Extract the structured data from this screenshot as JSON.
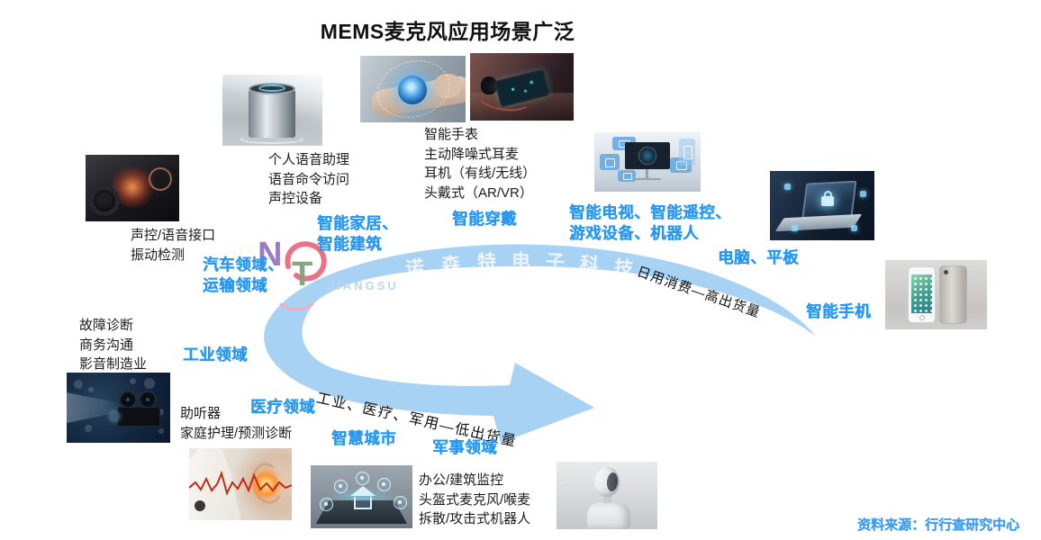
{
  "title": "MEMS麦克风应用场景广泛",
  "source_note": "资料来源：行行查研究中心",
  "colors": {
    "category_blue": "#2797F4",
    "arrow_fill": "#A7D2F4",
    "title_black": "#111111",
    "source_blue": "#3E9CF3"
  },
  "arrow_labels": {
    "consumer": "日用消费—高出货量",
    "industrial": "工业、医疗、军用—低出货量"
  },
  "categories": {
    "smart_home": "智能家居、\n智能建筑",
    "wearables": "智能穿戴",
    "tv_gaming": "智能电视、智能遥控、\n游戏设备、机器人",
    "pc_tablet": "电脑、平板",
    "smartphone": "智能手机",
    "automotive": "汽车领域、\n运输领域",
    "industrial": "工业领域",
    "medical": "医疗领域",
    "smart_city": "智慧城市",
    "military": "军事领域"
  },
  "descriptions": {
    "smart_home": "个人语音助理\n语音命令访问\n声控设备",
    "automotive": "声控/语音接口\n振动检测",
    "wearables": "智能手表\n主动降噪式耳麦\n耳机（有线/无线）\n头戴式（AR/VR）",
    "industrial": "故障诊断\n商务沟通\n影音制造业",
    "medical": "助听器\n家庭护理/预测诊断",
    "military": "办公/建筑监控\n头盔式麦克风/喉麦\n拆散/攻击式机器人"
  },
  "watermark": {
    "letter_n": "N",
    "letter_t": "T",
    "company_cn": [
      "诺",
      "森",
      "特",
      "电",
      "子",
      "科",
      "技"
    ],
    "company_en": "JIANGSU"
  }
}
